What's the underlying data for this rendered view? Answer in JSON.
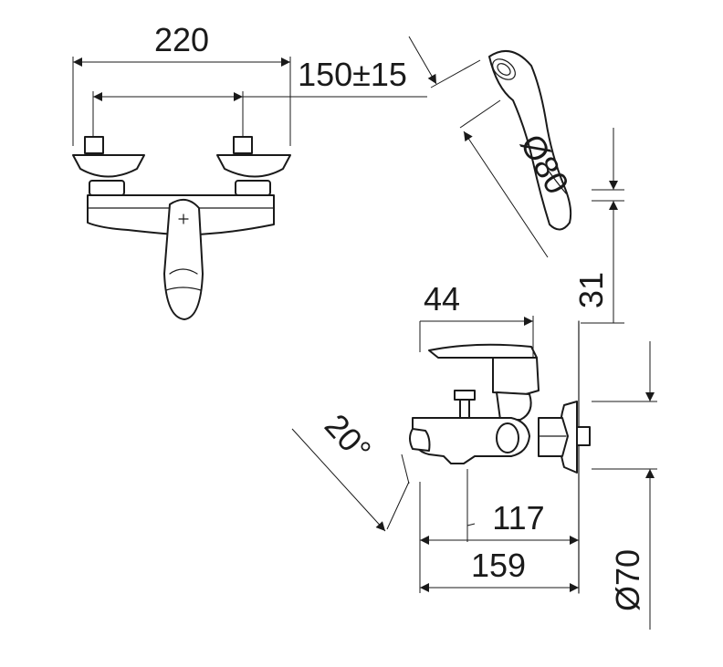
{
  "dimensions": {
    "overall_width": "220",
    "inlet_spacing": "150±15",
    "shower_head_diameter": "Ø80",
    "wall_offset_upper": "31",
    "lever_projection": "44",
    "spout_angle": "20°",
    "spout_projection": "117",
    "total_projection": "159",
    "escutcheon_diameter": "Ø70"
  }
}
